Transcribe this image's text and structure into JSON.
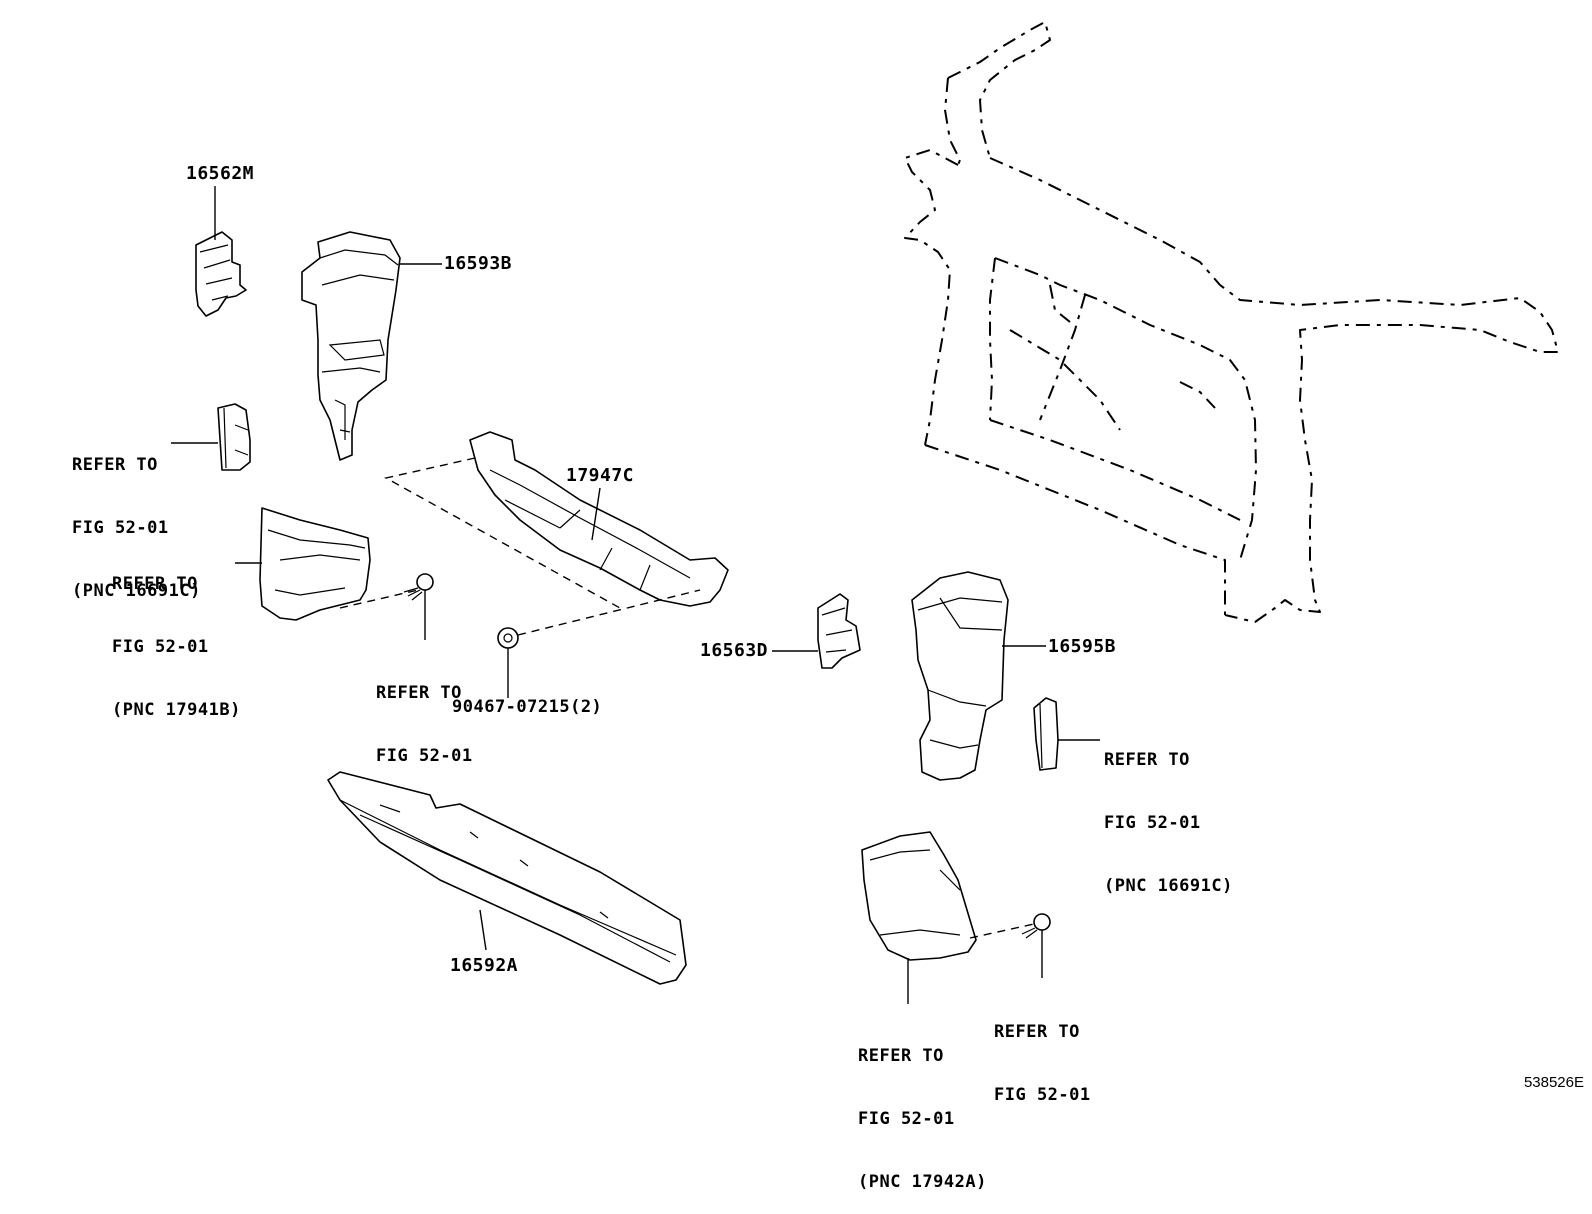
{
  "parts": {
    "p16562M": "16562M",
    "p16593B": "16593B",
    "p17947C": "17947C",
    "p16563D": "16563D",
    "p16595B": "16595B",
    "p16592A": "16592A",
    "p90467": "90467-07215(2)"
  },
  "refs": {
    "r1": [
      "REFER TO",
      "FIG 52-01",
      "(PNC 16691C)"
    ],
    "r2": [
      "REFER TO",
      "FIG 52-01",
      "(PNC 17941B)"
    ],
    "r3": [
      "REFER TO",
      "FIG 52-01"
    ],
    "r4": [
      "REFER TO",
      "FIG 52-01",
      "(PNC 16691C)"
    ],
    "r5": [
      "REFER TO",
      "FIG 52-01",
      "(PNC 17942A)"
    ],
    "r6": [
      "REFER TO",
      "FIG 52-01"
    ]
  },
  "doc_id": "538526E"
}
